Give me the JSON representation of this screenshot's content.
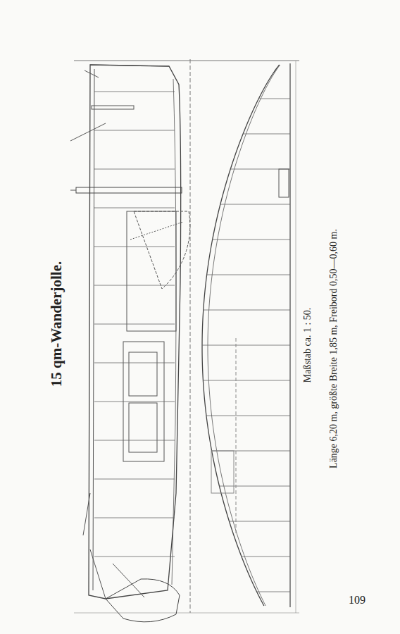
{
  "diagram": {
    "title": "15 qm-Wanderjolle.",
    "labels": [
      "Maßstab ca. 1 : 50.",
      "Länge 6,20 m, größte Breite 1,85 m, Freibord 0,50—0,60 m.",
      "109"
    ]
  }
}
